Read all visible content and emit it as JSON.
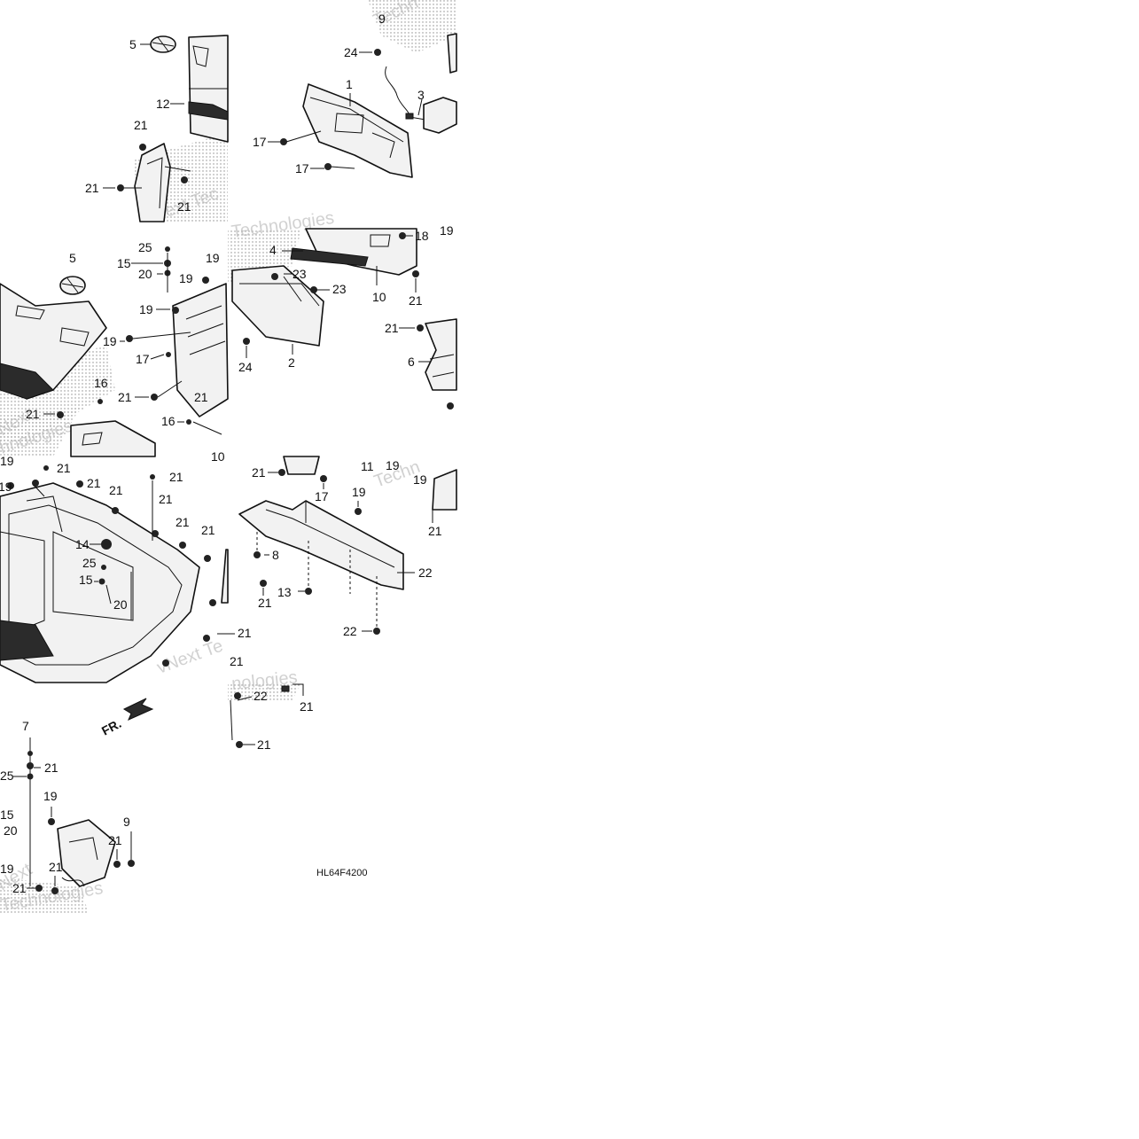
{
  "diagram": {
    "code": "HL64F4200",
    "direction_label": "FR.",
    "watermark_lines": [
      "Technologies",
      "Next Tec",
      "Technologies",
      "Techn",
      "Next",
      "hnologies",
      "vNext Te",
      "nologies",
      "Techn",
      "Next"
    ],
    "callouts": [
      "9",
      "24",
      "1",
      "3",
      "17",
      "17",
      "5",
      "12",
      "21",
      "21",
      "21",
      "4",
      "18",
      "19",
      "23",
      "23",
      "10",
      "21",
      "24",
      "2",
      "21",
      "6",
      "5",
      "25",
      "15",
      "20",
      "19",
      "19",
      "19",
      "19",
      "17",
      "16",
      "21",
      "16",
      "21",
      "19",
      "10",
      "19",
      "21",
      "21",
      "21",
      "21",
      "21",
      "21",
      "21",
      "14",
      "25",
      "15",
      "20",
      "21",
      "21",
      "21",
      "17",
      "19",
      "11",
      "19",
      "21",
      "8",
      "22",
      "13",
      "22",
      "22",
      "21",
      "21",
      "7",
      "21",
      "25",
      "15",
      "20",
      "19",
      "19",
      "9",
      "21",
      "21",
      "21",
      "21",
      "21",
      "19"
    ]
  },
  "colors": {
    "line": "#111111",
    "part_fill": "#f2f2f2",
    "watermark": "#b9b9b9",
    "background": "#ffffff"
  }
}
